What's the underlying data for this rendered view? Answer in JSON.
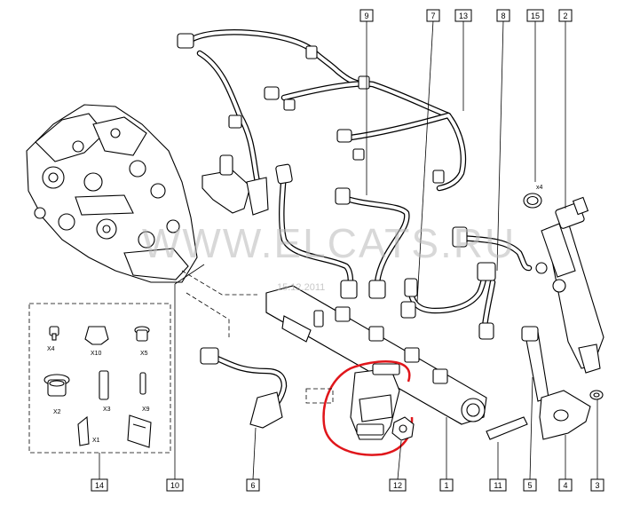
{
  "watermark": {
    "text": "WWW.ELCATS.RU",
    "date": "15.12.2011"
  },
  "callouts": [
    {
      "id": "c1",
      "label": "1"
    },
    {
      "id": "c2",
      "label": "2"
    },
    {
      "id": "c3",
      "label": "3"
    },
    {
      "id": "c4",
      "label": "4"
    },
    {
      "id": "c5",
      "label": "5"
    },
    {
      "id": "c6",
      "label": "6"
    },
    {
      "id": "c7",
      "label": "7"
    },
    {
      "id": "c8",
      "label": "8"
    },
    {
      "id": "c9",
      "label": "9"
    },
    {
      "id": "c10",
      "label": "10"
    },
    {
      "id": "c11",
      "label": "11"
    },
    {
      "id": "c12",
      "label": "12"
    },
    {
      "id": "c13",
      "label": "13"
    },
    {
      "id": "c14",
      "label": "14"
    },
    {
      "id": "c15",
      "label": "15"
    }
  ],
  "seal_qty": "x4",
  "kit": {
    "items": [
      {
        "label": "X4"
      },
      {
        "label": "X10"
      },
      {
        "label": "X5"
      },
      {
        "label": "X2"
      },
      {
        "label": "X3"
      },
      {
        "label": "X9"
      },
      {
        "label": "X1"
      }
    ]
  },
  "highlight": {
    "color": "#e0161b",
    "target": "pressure-regulator"
  }
}
